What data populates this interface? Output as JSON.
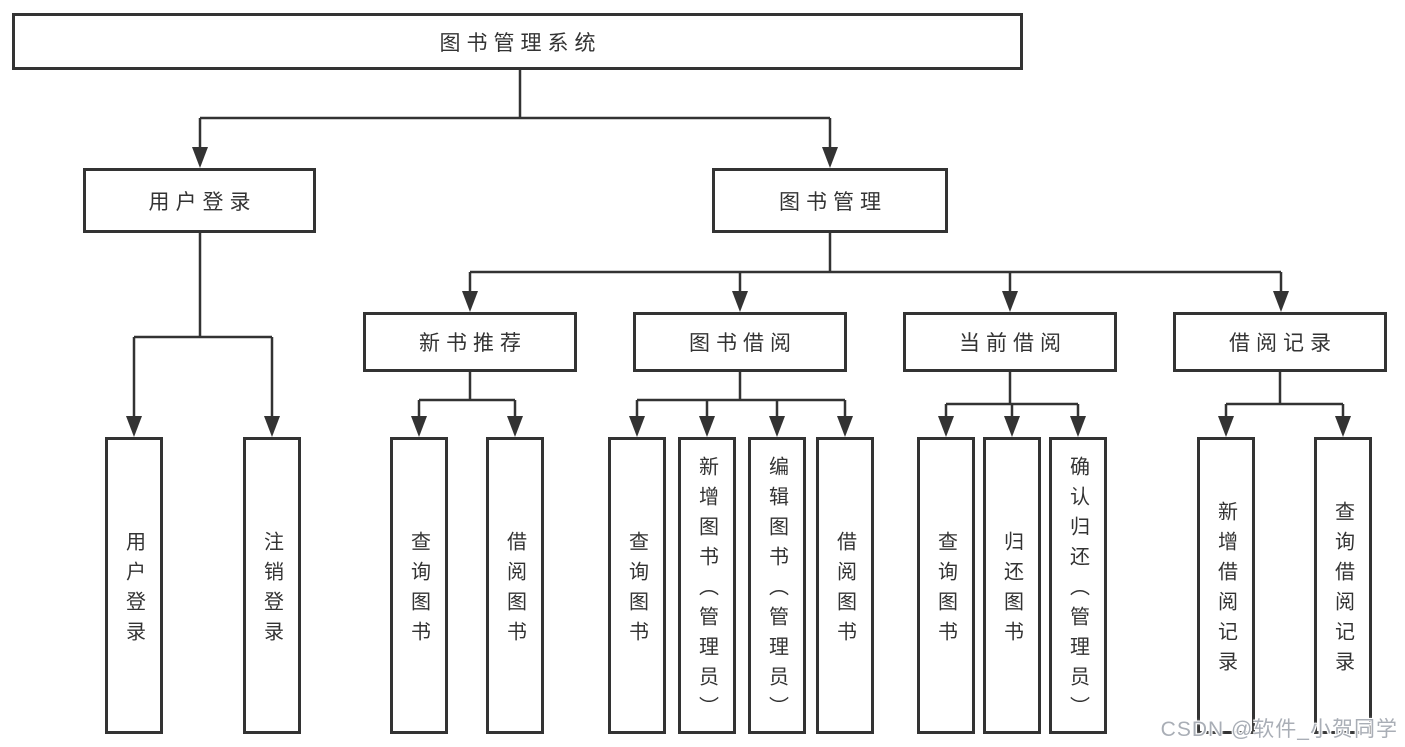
{
  "diagram_title": "图书管理系统",
  "tree": {
    "label": "图书管理系统",
    "children": [
      {
        "label": "用户登录",
        "children": [
          {
            "label": "用户登录"
          },
          {
            "label": "注销登录"
          }
        ]
      },
      {
        "label": "图书管理",
        "children": [
          {
            "label": "新书推荐",
            "children": [
              {
                "label": "查询图书"
              },
              {
                "label": "借阅图书"
              }
            ]
          },
          {
            "label": "图书借阅",
            "children": [
              {
                "label": "查询图书"
              },
              {
                "label": "新增图书（管理员）"
              },
              {
                "label": "编辑图书（管理员）"
              },
              {
                "label": "借阅图书"
              }
            ]
          },
          {
            "label": "当前借阅",
            "children": [
              {
                "label": "查询图书"
              },
              {
                "label": "归还图书"
              },
              {
                "label": "确认归还（管理员）"
              }
            ]
          },
          {
            "label": "借阅记录",
            "children": [
              {
                "label": "新增借阅记录"
              },
              {
                "label": "查询借阅记录"
              }
            ]
          }
        ]
      }
    ]
  },
  "watermark": {
    "text": "CSDN @软件_小贺同学"
  },
  "colors": {
    "background": "#ffffff",
    "box_border": "#333333",
    "line": "#333333",
    "text": "#333333",
    "watermark_text": "#a9aeb6"
  }
}
